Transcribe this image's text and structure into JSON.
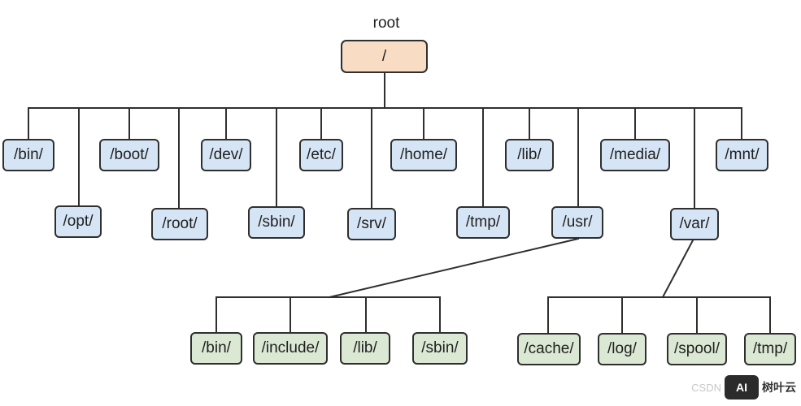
{
  "root_caption": "root",
  "root": {
    "id": "root",
    "label": "/"
  },
  "level1_top": [
    {
      "id": "bin",
      "label": "/bin/"
    },
    {
      "id": "boot",
      "label": "/boot/"
    },
    {
      "id": "dev",
      "label": "/dev/"
    },
    {
      "id": "etc",
      "label": "/etc/"
    },
    {
      "id": "home",
      "label": "/home/"
    },
    {
      "id": "lib",
      "label": "/lib/"
    },
    {
      "id": "media",
      "label": "/media/"
    },
    {
      "id": "mnt",
      "label": "/mnt/"
    }
  ],
  "level1_bottom": [
    {
      "id": "opt",
      "label": "/opt/"
    },
    {
      "id": "root-dir",
      "label": "/root/"
    },
    {
      "id": "sbin",
      "label": "/sbin/"
    },
    {
      "id": "srv",
      "label": "/srv/"
    },
    {
      "id": "tmp",
      "label": "/tmp/"
    },
    {
      "id": "usr",
      "label": "/usr/"
    },
    {
      "id": "var",
      "label": "/var/"
    }
  ],
  "usr_children": [
    {
      "id": "usr-bin",
      "label": "/bin/"
    },
    {
      "id": "usr-include",
      "label": "/include/"
    },
    {
      "id": "usr-lib",
      "label": "/lib/"
    },
    {
      "id": "usr-sbin",
      "label": "/sbin/"
    }
  ],
  "var_children": [
    {
      "id": "var-cache",
      "label": "/cache/"
    },
    {
      "id": "var-log",
      "label": "/log/"
    },
    {
      "id": "var-spool",
      "label": "/spool/"
    },
    {
      "id": "var-tmp",
      "label": "/tmp/"
    }
  ],
  "watermark": {
    "text": "CSDN",
    "logo": "AI",
    "brand": "树叶云"
  },
  "colors": {
    "root": "#f9dcc4",
    "level1": "#d6e5f5",
    "level2": "#dbe9d4",
    "line": "#2f2f2f"
  }
}
